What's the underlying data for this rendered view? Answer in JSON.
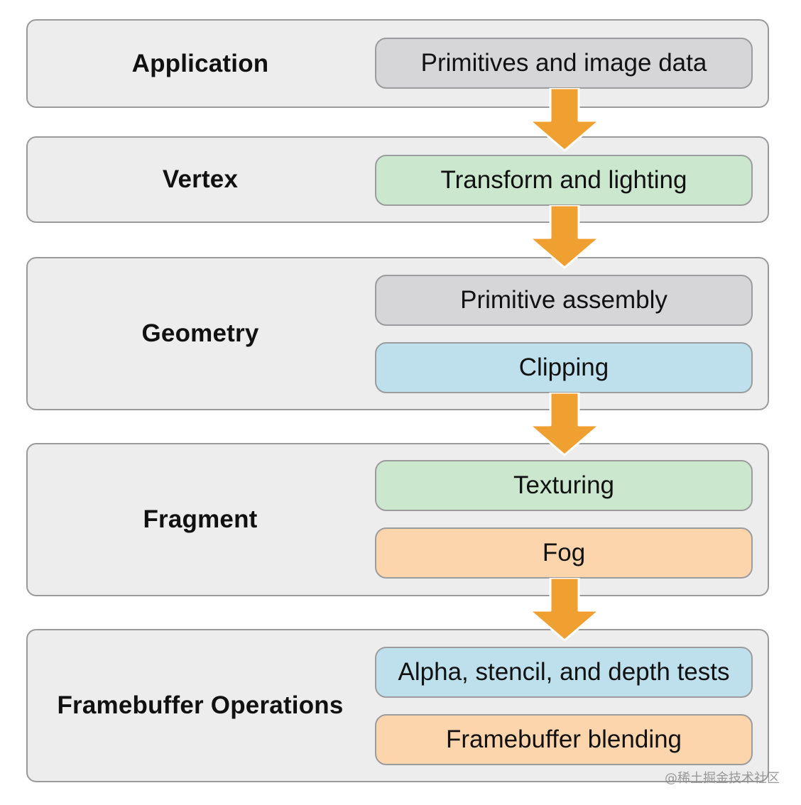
{
  "colors": {
    "stage_bg": "#ededee",
    "stage_border": "#9a9a9c",
    "gray": "#d6d6d8",
    "green": "#cbe8cf",
    "blue": "#bde0ec",
    "orange": "#fdd5ad",
    "arrow": "#f0a030"
  },
  "stages": [
    {
      "title": "Application",
      "steps": [
        {
          "label": "Primitives and image data",
          "color": "gray"
        }
      ]
    },
    {
      "title": "Vertex",
      "steps": [
        {
          "label": "Transform and lighting",
          "color": "green"
        }
      ]
    },
    {
      "title": "Geometry",
      "steps": [
        {
          "label": "Primitive assembly",
          "color": "gray"
        },
        {
          "label": "Clipping",
          "color": "blue"
        }
      ]
    },
    {
      "title": "Fragment",
      "steps": [
        {
          "label": "Texturing",
          "color": "green"
        },
        {
          "label": "Fog",
          "color": "orange"
        }
      ]
    },
    {
      "title": "Framebuffer Operations",
      "steps": [
        {
          "label": "Alpha, stencil, and depth tests",
          "color": "blue"
        },
        {
          "label": "Framebuffer blending",
          "color": "orange"
        }
      ]
    }
  ],
  "watermark": "@稀土掘金技术社区"
}
